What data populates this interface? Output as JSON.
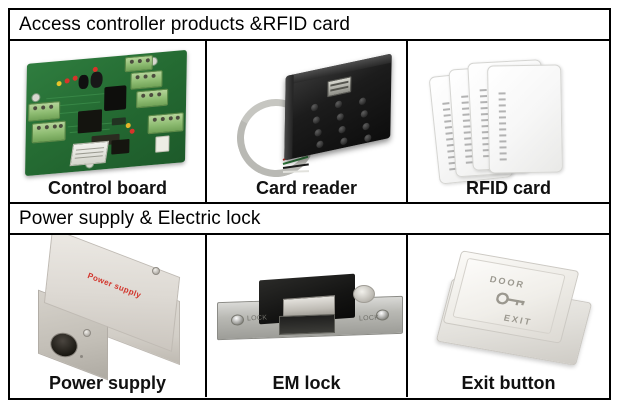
{
  "sections": [
    {
      "header": "Access controller products &RFID card",
      "products": [
        {
          "caption": "Control board",
          "image": "control-board-photo"
        },
        {
          "caption": "Card reader",
          "image": "card-reader-photo"
        },
        {
          "caption": "RFID card",
          "image": "rfid-card-photo"
        }
      ]
    },
    {
      "header": "Power supply & Electric lock",
      "products": [
        {
          "caption": "Power supply",
          "image": "power-supply-photo"
        },
        {
          "caption": "EM lock",
          "image": "em-lock-photo"
        },
        {
          "caption": "Exit button",
          "image": "exit-button-photo"
        }
      ]
    }
  ],
  "labels": {
    "psu_box_text": "Power supply",
    "exit_button_top": "DOOR",
    "exit_button_bottom": "EXIT",
    "lock_etch_left": "LOCK",
    "lock_etch_right": "LOCK"
  },
  "colors": {
    "border": "#000000",
    "background": "#ffffff",
    "caption_text": "#111111",
    "header_text": "#000000",
    "pcb_green": "#256c33",
    "terminal_green": "#8fbd73",
    "reader_black": "#1c1c1c",
    "psu_beige": "#ddd9d3",
    "psu_label_red": "#d2352c",
    "lock_steel": "#b9b9b4",
    "exit_white": "#eeece7"
  }
}
